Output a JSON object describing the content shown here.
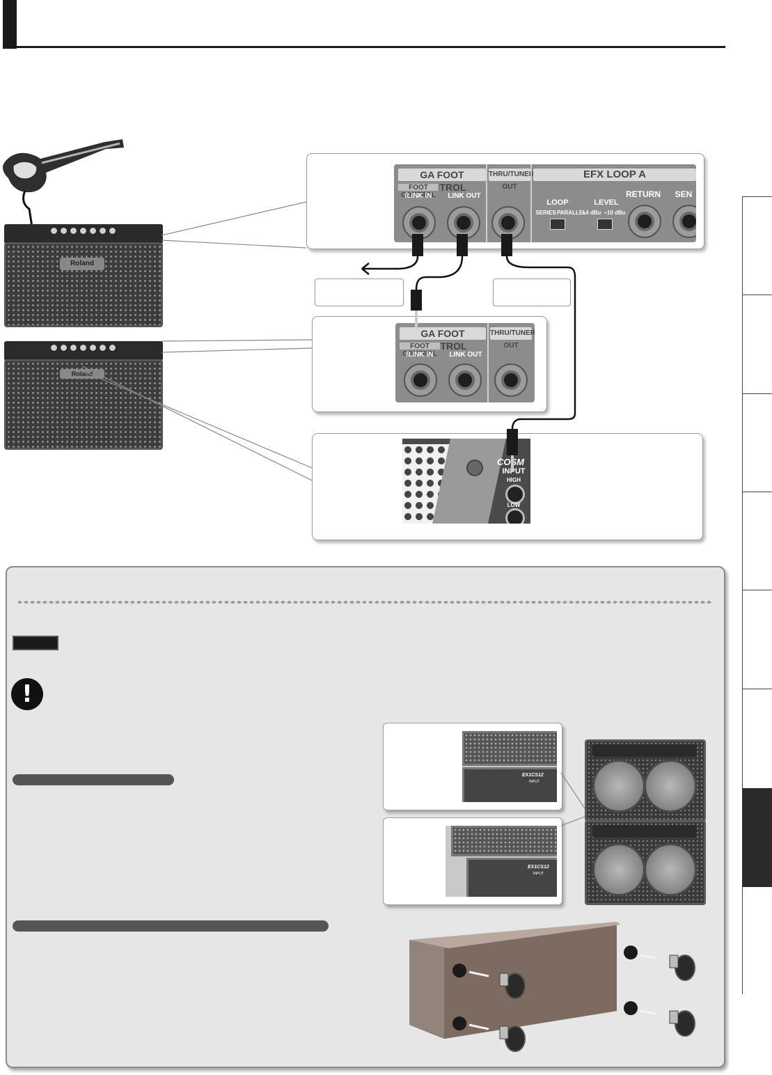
{
  "connection_diagram": {
    "upper_panel": {
      "section1": "GA FOOT CONTROL",
      "section2": "THRU/TUNER OUT",
      "section3": "EFX LOOP A",
      "jack1_label_line1": "FOOT CONTROL",
      "jack1_label_line2": "/LINK IN",
      "jack2_label": "LINK OUT",
      "loop_label": "LOOP",
      "loop_series": "SERIES",
      "loop_parallel": "PARALLEL",
      "level_label": "LEVEL",
      "level_plus": "+4 dBu",
      "level_minus": "−10 dBu",
      "return_label": "RETURN",
      "send_label": "SEN"
    },
    "lower_panel": {
      "section1": "GA FOOT CONTROL",
      "section2": "THRU/TUNER OUT",
      "jack1_label_line1": "FOOT CONTROL",
      "jack1_label_line2": "/LINK IN",
      "jack2_label": "LINK OUT"
    },
    "input_panel": {
      "brand_label": "COSM",
      "input_label": "INPUT",
      "high_label": "HIGH",
      "low_label": "LOW"
    },
    "amp_brand": "Roland"
  },
  "stack_callouts": {
    "upper_label": "EX1CS12",
    "upper_input": "INPUT",
    "lower_label": "EX1CS12",
    "lower_input": "INPUT"
  },
  "info_box": {
    "warning_symbol": "!"
  }
}
